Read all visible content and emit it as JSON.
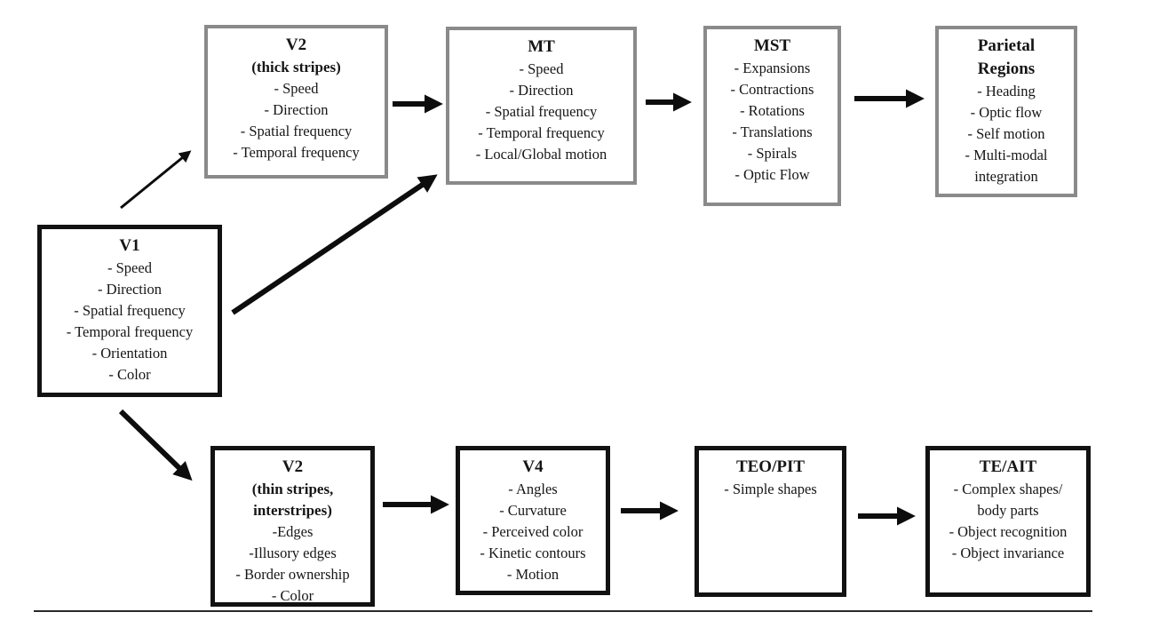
{
  "diagram": {
    "description": "Visual cortex processing streams flow diagram (dorsal and ventral pathways)",
    "colors": {
      "background": "#ffffff",
      "gray_border": "#8a8a8a",
      "black_border": "#121212",
      "arrow": "#0d0d0d",
      "text": "#161616",
      "bottom_rule": "#2a2a2a"
    },
    "boxes": [
      {
        "id": "v2-thick",
        "title": "V2",
        "subtitle": "(thick stripes)",
        "items": [
          "- Speed",
          "- Direction",
          "- Spatial frequency",
          "- Temporal frequency"
        ],
        "border": "gray"
      },
      {
        "id": "mt",
        "title": "MT",
        "items": [
          "- Speed",
          "- Direction",
          "- Spatial frequency",
          "- Temporal frequency",
          "- Local/Global motion"
        ],
        "border": "gray"
      },
      {
        "id": "mst",
        "title": "MST",
        "items": [
          "- Expansions",
          "- Contractions",
          "- Rotations",
          "- Translations",
          "- Spirals",
          "- Optic Flow"
        ],
        "border": "gray"
      },
      {
        "id": "parietal",
        "title": "Parietal\nRegions",
        "items": [
          "- Heading",
          "- Optic flow",
          "- Self motion",
          "- Multi-modal\nintegration"
        ],
        "border": "gray"
      },
      {
        "id": "v1",
        "title": "V1",
        "items": [
          "- Speed",
          "- Direction",
          "- Spatial frequency",
          "- Temporal frequency",
          "- Orientation",
          "- Color"
        ],
        "border": "black"
      },
      {
        "id": "v2-thin",
        "title": "V2",
        "subtitle": "(thin stripes,\ninterstripes)",
        "items": [
          "-Edges",
          "-Illusory edges",
          "- Border ownership",
          "- Color"
        ],
        "border": "black"
      },
      {
        "id": "v4",
        "title": "V4",
        "items": [
          "- Angles",
          "- Curvature",
          "- Perceived color",
          "- Kinetic contours",
          "- Motion"
        ],
        "border": "black"
      },
      {
        "id": "teo-pit",
        "title": "TEO/PIT",
        "items": [
          "- Simple shapes"
        ],
        "border": "black"
      },
      {
        "id": "te-ait",
        "title": "TE/AIT",
        "items": [
          "- Complex shapes/\nbody parts",
          "- Object recognition",
          "- Object invariance"
        ],
        "border": "black"
      }
    ],
    "edges": [
      {
        "from": "V1",
        "to": "V2 (thick stripes)",
        "style": "thin"
      },
      {
        "from": "V1",
        "to": "MT",
        "style": "thick"
      },
      {
        "from": "V2 (thick stripes)",
        "to": "MT",
        "style": "thick"
      },
      {
        "from": "MT",
        "to": "MST",
        "style": "thick"
      },
      {
        "from": "MST",
        "to": "Parietal Regions",
        "style": "thick"
      },
      {
        "from": "V1",
        "to": "V2 (thin stripes, interstripes)",
        "style": "thick"
      },
      {
        "from": "V2 (thin stripes, interstripes)",
        "to": "V4",
        "style": "thick"
      },
      {
        "from": "V4",
        "to": "TEO/PIT",
        "style": "thick"
      },
      {
        "from": "TEO/PIT",
        "to": "TE/AIT",
        "style": "thick"
      }
    ]
  }
}
